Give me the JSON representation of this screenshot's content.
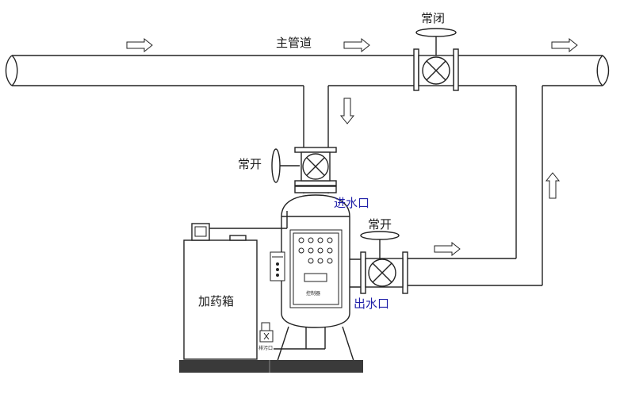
{
  "labels": {
    "main_pipe": "主管道",
    "valve_top": "常闭",
    "valve_inlet": "常开",
    "valve_outlet": "常开",
    "inlet": "进水口",
    "outlet": "出水口",
    "dosing_box": "加药箱",
    "controller": "控制器",
    "drain": "排污口"
  },
  "colors": {
    "line": "#222222",
    "blue_label": "#1f1fa8",
    "base": "#3a3a3a"
  }
}
